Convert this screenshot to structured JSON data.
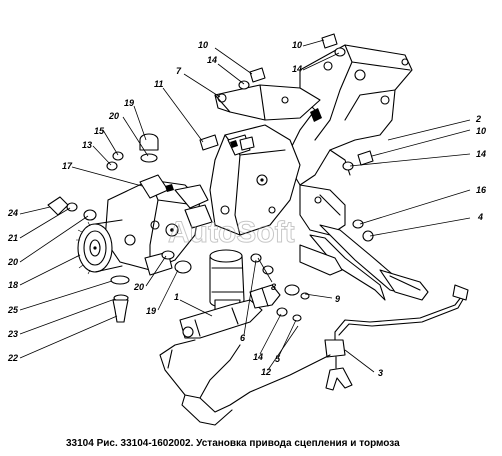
{
  "caption": "33104 Рис. 33104-1602002. Установка привода сцепления и тормоза",
  "watermark": "AutoSoft",
  "callouts": {
    "c1": "10",
    "c2": "10",
    "c3": "14",
    "c4": "14",
    "c5": "7",
    "c6": "11",
    "c7": "2",
    "c8": "10",
    "c9": "14",
    "c10": "16",
    "c11": "4",
    "c12": "19",
    "c13": "20",
    "c14": "15",
    "c15": "13",
    "c16": "17",
    "c17": "24",
    "c18": "21",
    "c19": "20",
    "c20": "18",
    "c21": "25",
    "c22": "23",
    "c23": "22",
    "c24": "20",
    "c25": "19",
    "c26": "1",
    "c27": "6",
    "c28": "14",
    "c29": "5",
    "c30": "12",
    "c31": "8",
    "c32": "9",
    "c33": "3"
  },
  "colors": {
    "ink": "#000000",
    "paper": "#ffffff",
    "watermark": "#9a9a9a"
  }
}
